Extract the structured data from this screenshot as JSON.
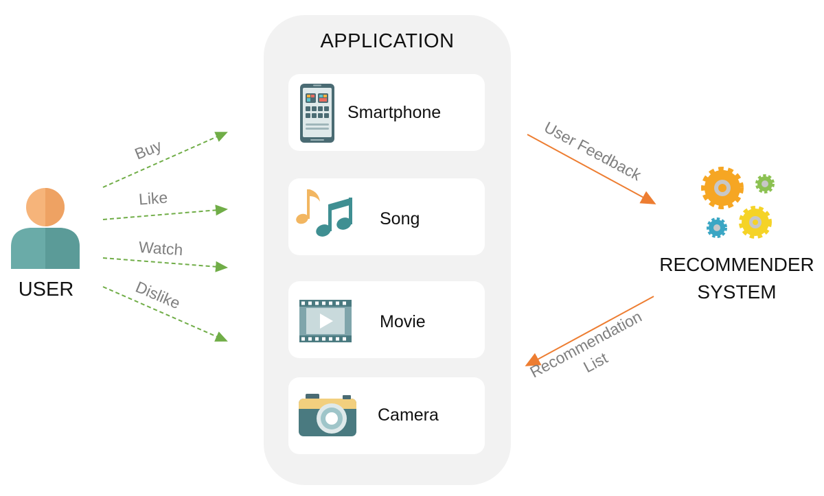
{
  "application": {
    "title": "APPLICATION",
    "items": [
      {
        "label": "Smartphone",
        "icon": "smartphone-icon"
      },
      {
        "label": "Song",
        "icon": "music-notes-icon"
      },
      {
        "label": "Movie",
        "icon": "film-strip-icon"
      },
      {
        "label": "Camera",
        "icon": "camera-icon"
      }
    ]
  },
  "user": {
    "label": "USER",
    "icon": "user-icon"
  },
  "user_actions": [
    "Buy",
    "Like",
    "Watch",
    "Dislike"
  ],
  "recommender": {
    "label_line1": "RECOMMENDER",
    "label_line2": "SYSTEM",
    "icon": "gears-icon"
  },
  "flows": {
    "feedback": "User Feedback",
    "recommendation_line1": "Recommendation",
    "recommendation_line2": "List"
  },
  "colors": {
    "action_arrow": "#70ad47",
    "flow_arrow": "#ed7d31",
    "panel": "#f2f2f2",
    "label_gray": "#7f7f7f"
  }
}
